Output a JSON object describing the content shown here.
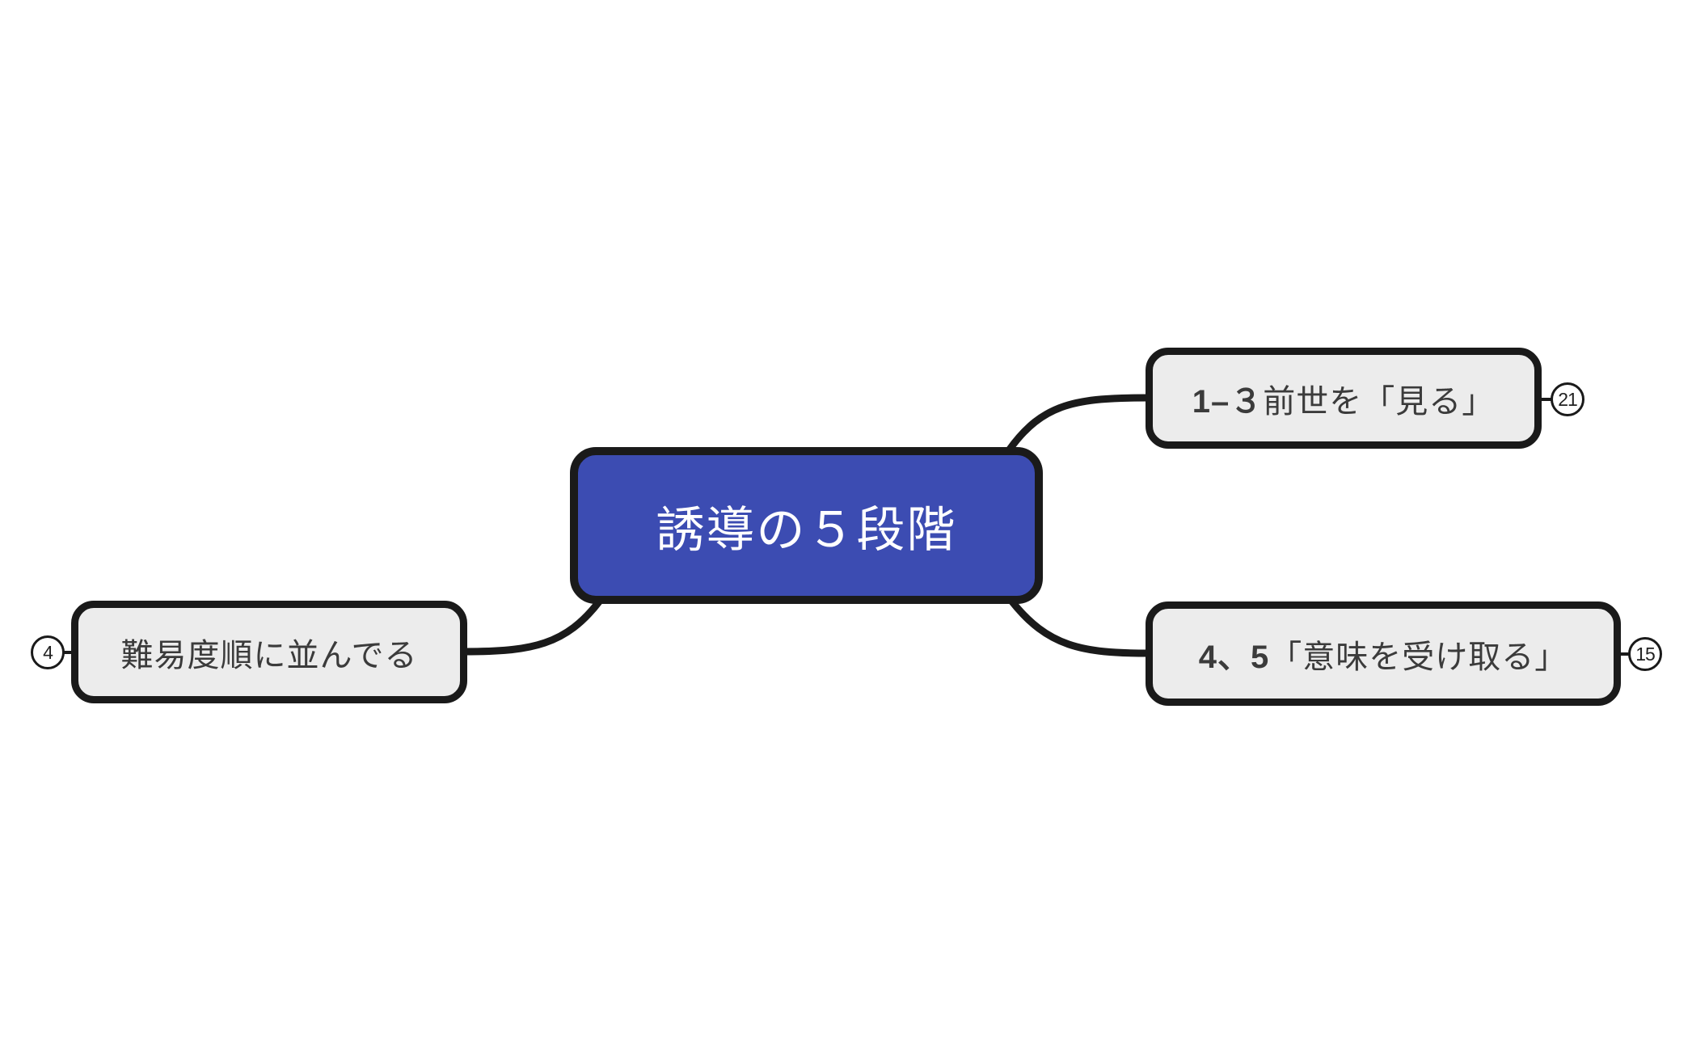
{
  "diagram": {
    "type": "mindmap",
    "background": "#ffffff"
  },
  "colors": {
    "root_fill": "#3c4cb2",
    "root_text": "#ffffff",
    "branch_fill": "#ececec",
    "outline_and_connector": "#1a1a1a",
    "branch_text": "#3b3b3b",
    "badge_fill": "#ffffff",
    "badge_text": "#222222"
  },
  "root": {
    "label": "誘導の５段階"
  },
  "nodes": [
    {
      "label_bold": "1–３",
      "label_rest": "前世を「見る」",
      "badge": "21",
      "badge_side": "right"
    },
    {
      "label_bold": "4、5",
      "label_rest": "「意味を受け取る」",
      "badge": "15",
      "badge_side": "right"
    },
    {
      "label_bold": "",
      "label_rest": "難易度順に並んでる",
      "badge": "4",
      "badge_side": "left"
    }
  ]
}
